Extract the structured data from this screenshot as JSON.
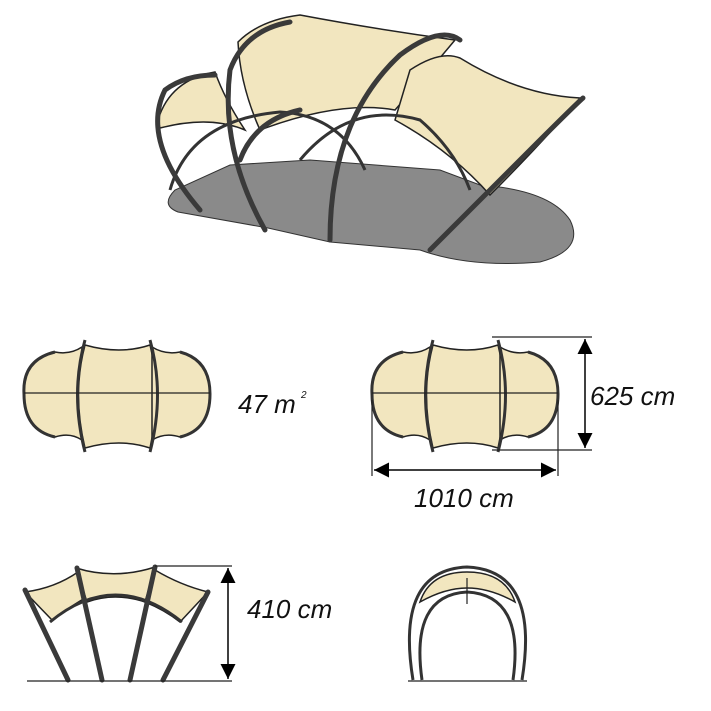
{
  "area": {
    "value": "47 m",
    "superscript": "2"
  },
  "dimensions": {
    "width": "625 cm",
    "length": "1010 cm",
    "height": "410 cm"
  },
  "colors": {
    "fabric": "#f2e6bf",
    "frame": "#3a3a3a",
    "shadow": "#8a8a8a"
  }
}
